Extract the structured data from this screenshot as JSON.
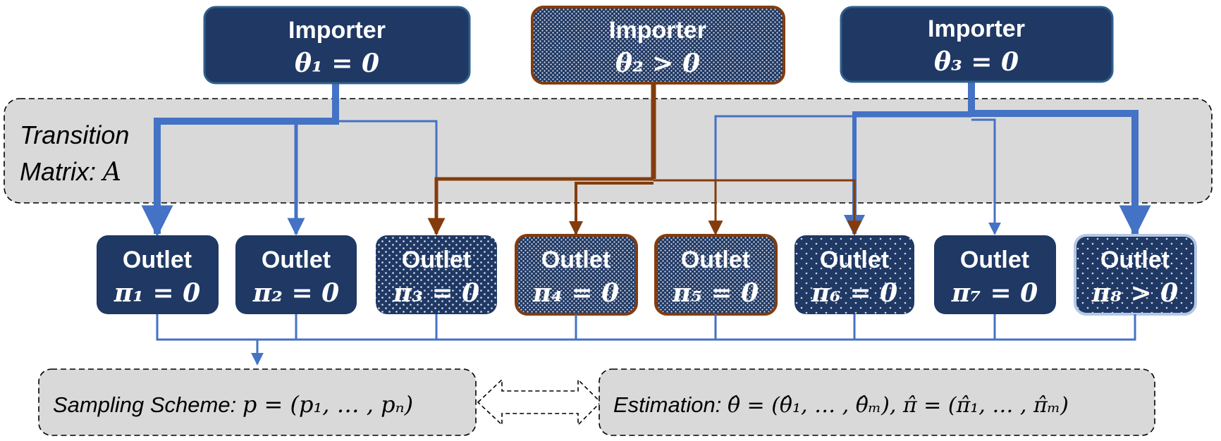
{
  "region": {
    "line1": "Transition",
    "line2_text": "Matrix: ",
    "line2_math": "A"
  },
  "importers": [
    {
      "title": "Importer",
      "math": "θ₁ = 0"
    },
    {
      "title": "Importer",
      "math": "θ₂ > 0"
    },
    {
      "title": "Importer",
      "math": "θ₃ = 0"
    }
  ],
  "outlets": [
    {
      "title": "Outlet",
      "math": "π₁ = 0"
    },
    {
      "title": "Outlet",
      "math": "π₂ = 0"
    },
    {
      "title": "Outlet",
      "math": "π₃ = 0"
    },
    {
      "title": "Outlet",
      "math": "π₄ = 0"
    },
    {
      "title": "Outlet",
      "math": "π₅ = 0"
    },
    {
      "title": "Outlet",
      "math": "π₆ = 0"
    },
    {
      "title": "Outlet",
      "math": "π₇ = 0"
    },
    {
      "title": "Outlet",
      "math": "π₈ > 0"
    }
  ],
  "sampling": {
    "label": "Sampling Scheme: ",
    "math": "p = (p₁, … , pₙ)"
  },
  "estimation": {
    "label": "Estimation: ",
    "math": "θ̂ = (θ̂₁, … , θ̂ₘ), π̂ = (π̂₁, … , π̂ₘ)"
  },
  "colors": {
    "navy": "#1f3864",
    "brown": "#843c0c",
    "blue_line": "#4472c4",
    "region_fill": "#d9d9d9"
  }
}
